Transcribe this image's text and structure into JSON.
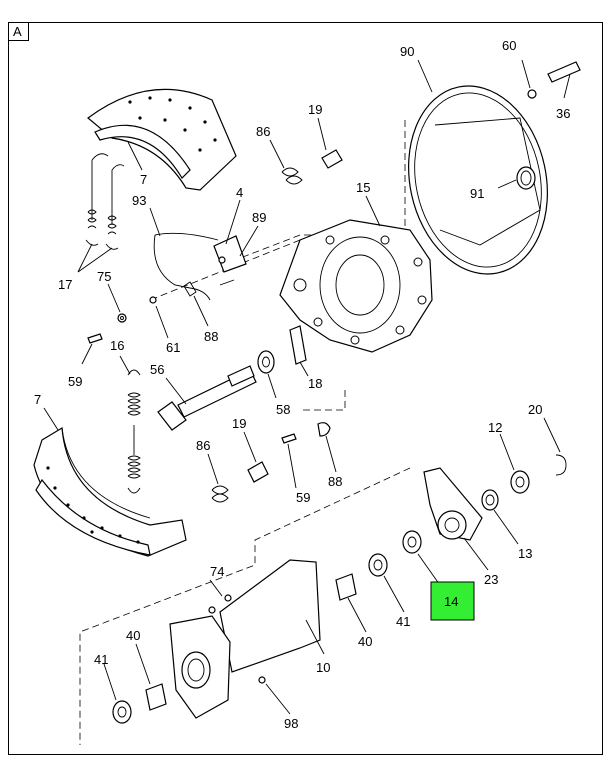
{
  "view_label": "A",
  "highlight_color": "#33ee33",
  "callouts": {
    "c90": "90",
    "c60": "60",
    "c36": "36",
    "c91": "91",
    "c19a": "19",
    "c86a": "86",
    "c15": "15",
    "c7a": "7",
    "c93": "93",
    "c4": "4",
    "c89": "89",
    "c17": "17",
    "c75": "75",
    "c61": "61",
    "c88a": "88",
    "c59a": "59",
    "c16": "16",
    "c56": "56",
    "c58": "58",
    "c18": "18",
    "c7b": "7",
    "c19b": "19",
    "c86b": "86",
    "c88b": "88",
    "c59b": "59",
    "c20": "20",
    "c12": "12",
    "c13": "13",
    "c23": "23",
    "c14": "14",
    "c74": "74",
    "c40a": "40",
    "c41a": "41",
    "c10": "10",
    "c40b": "40",
    "c41b": "41",
    "c98": "98"
  }
}
